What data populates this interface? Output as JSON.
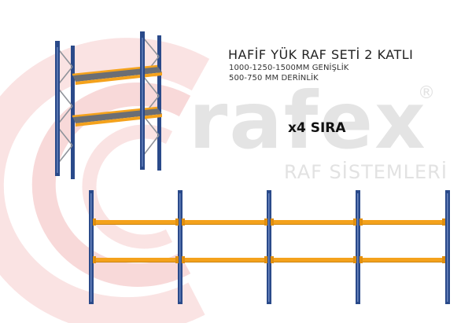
{
  "product": {
    "title": "HAFİF YÜK RAF SETİ 2 KATLI",
    "width_spec": "1000-1250-1500MM GENİŞLİK",
    "depth_spec": "500-750 MM DERİNLİK",
    "row_count": "x4 SIRA"
  },
  "watermark": {
    "brand": "rafex",
    "tagline": "RAF SİSTEMLERİ",
    "registered": "®"
  },
  "colors": {
    "upright_blue": "#2a4a8a",
    "beam_orange": "#f4a21c",
    "shelf_gray": "#6b6e74",
    "logo_red": "#f7cccc",
    "watermark_gray": "#e4e4e4"
  }
}
